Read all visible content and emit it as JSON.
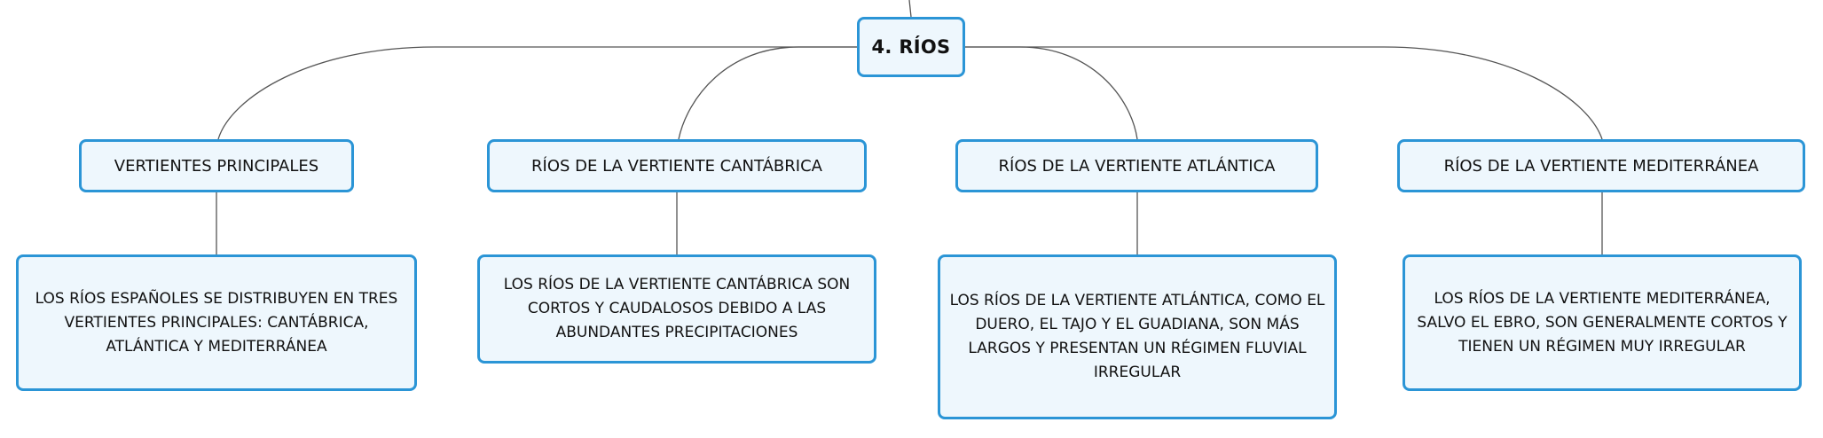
{
  "diagram": {
    "root": {
      "label": "4. RÍOS"
    },
    "branches": [
      {
        "label": "VERTIENTES PRINCIPALES",
        "detail": "LOS RÍOS ESPAÑOLES SE DISTRIBUYEN EN TRES VERTIENTES PRINCIPALES: CANTÁBRICA, ATLÁNTICA Y MEDITERRÁNEA"
      },
      {
        "label": "RÍOS DE LA VERTIENTE CANTÁBRICA",
        "detail": "LOS RÍOS DE LA VERTIENTE CANTÁBRICA SON CORTOS Y CAUDALOSOS DEBIDO A LAS ABUNDANTES PRECIPITACIONES"
      },
      {
        "label": "RÍOS DE LA VERTIENTE ATLÁNTICA",
        "detail": "LOS RÍOS DE LA VERTIENTE ATLÁNTICA, COMO EL DUERO, EL TAJO Y EL GUADIANA, SON MÁS LARGOS Y PRESENTAN UN RÉGIMEN FLUVIAL IRREGULAR"
      },
      {
        "label": "RÍOS DE LA VERTIENTE MEDITERRÁNEA",
        "detail": "LOS RÍOS DE LA VERTIENTE MEDITERRÁNEA, SALVO EL EBRO, SON GENERALMENTE CORTOS Y TIENEN UN RÉGIMEN MUY IRREGULAR"
      }
    ],
    "colors": {
      "node_border": "#2b95d6",
      "node_fill": "#eef7fd",
      "connector": "#555555"
    }
  }
}
